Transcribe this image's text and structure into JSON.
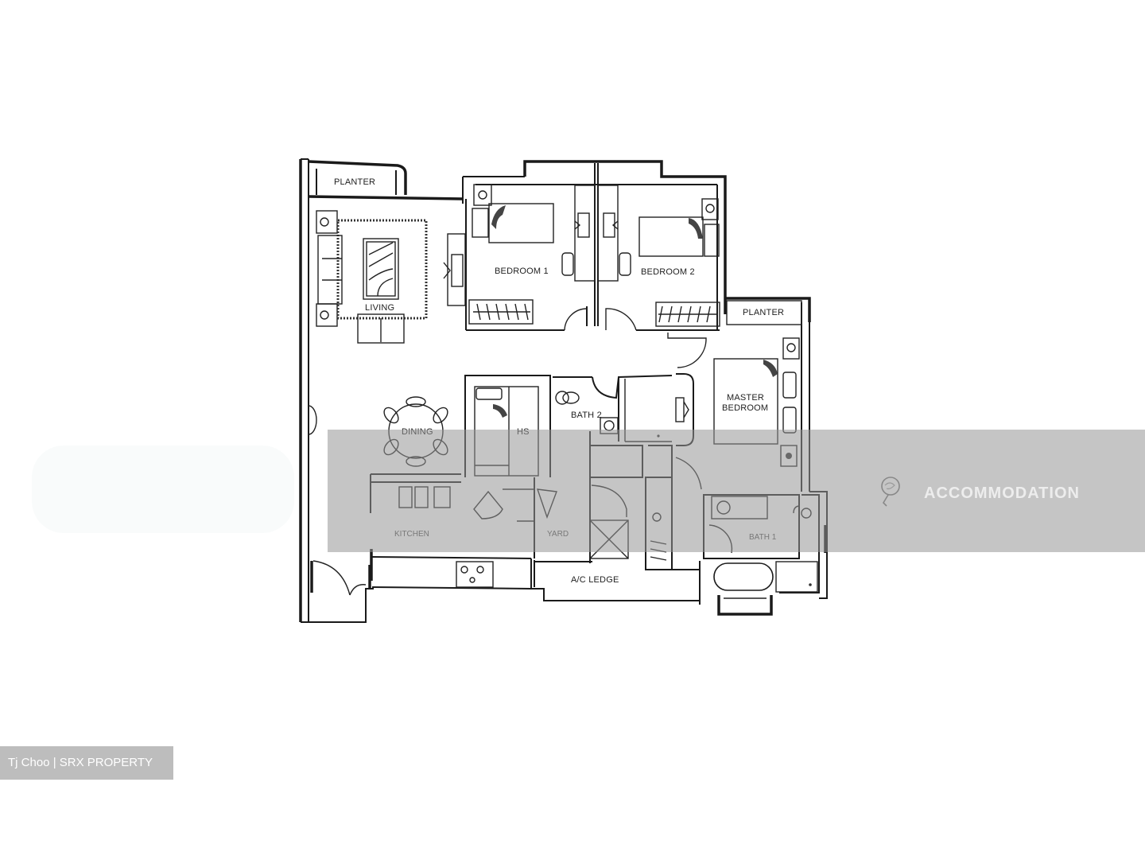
{
  "floorplan": {
    "rooms": {
      "planter_top": "PLANTER",
      "living": "LIVING",
      "bedroom1": "BEDROOM 1",
      "bedroom2": "BEDROOM 2",
      "planter_right": "PLANTER",
      "master_line1": "MASTER",
      "master_line2": "BEDROOM",
      "dining": "DINING",
      "hs": "HS",
      "bath2": "BATH 2",
      "kitchen": "KITCHEN",
      "yard": "YARD",
      "bath1": "BATH 1",
      "ac_ledge": "A/C LEDGE"
    },
    "colors": {
      "line": "#1a1a1a",
      "background": "#ffffff",
      "watermark_band": "#969696"
    }
  },
  "watermark": {
    "text": "ACCOMMODATION",
    "logo_icon": "balloon-logo-icon"
  },
  "credit": {
    "text": "Tj Choo | SRX PROPERTY"
  }
}
